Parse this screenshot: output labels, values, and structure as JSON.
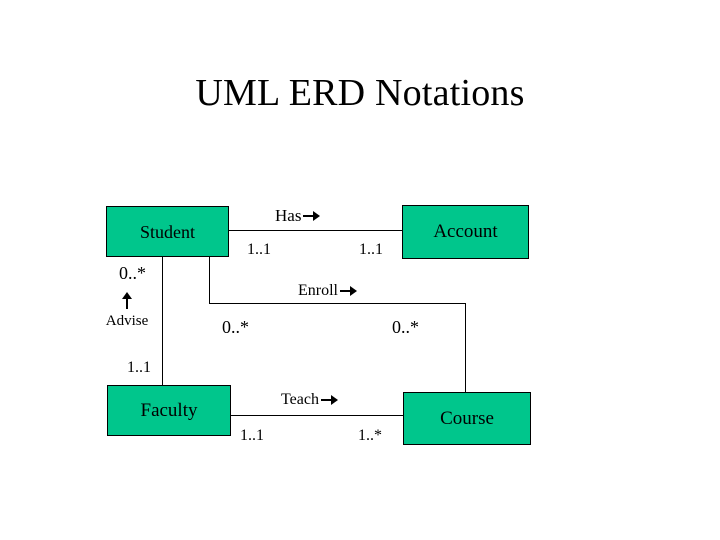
{
  "slide": {
    "title": "UML ERD Notations",
    "background_color": "#ffffff",
    "entity_fill_color": "#00c68c",
    "line_color": "#000000"
  },
  "entities": [
    {
      "id": "student",
      "label": "Student"
    },
    {
      "id": "account",
      "label": "Account"
    },
    {
      "id": "faculty",
      "label": "Faculty"
    },
    {
      "id": "course",
      "label": "Course"
    }
  ],
  "relationships": [
    {
      "id": "has",
      "label": "Has",
      "direction_icon": "arrow-right-icon",
      "from": "Student",
      "to": "Account",
      "source_multiplicity": "1..1",
      "target_multiplicity": "1..1"
    },
    {
      "id": "advise",
      "label": "Advise",
      "direction_icon": "arrow-up-icon",
      "from": "Faculty",
      "to": "Student",
      "source_multiplicity": "0..*",
      "target_multiplicity": "1..1"
    },
    {
      "id": "enroll",
      "label": "Enroll",
      "direction_icon": "arrow-right-icon",
      "from": "Student",
      "to": "Course",
      "source_multiplicity": "0..*",
      "target_multiplicity": "0..*"
    },
    {
      "id": "teach",
      "label": "Teach",
      "direction_icon": "arrow-right-icon",
      "from": "Faculty",
      "to": "Course",
      "source_multiplicity": "1..1",
      "target_multiplicity": "1..*"
    }
  ]
}
